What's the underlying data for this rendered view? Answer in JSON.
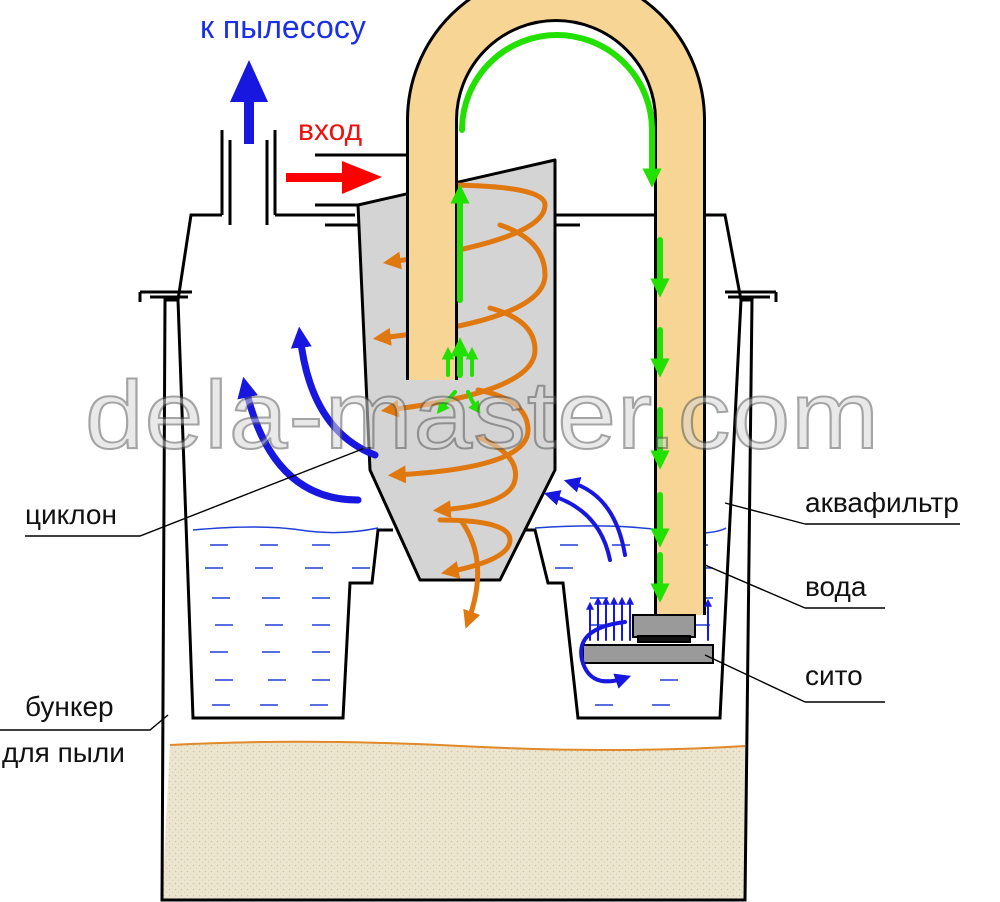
{
  "labels": {
    "to_vacuum": "к пылесосу",
    "inlet": "вход",
    "cyclone": "циклон",
    "aquafilter": "аквафильтр",
    "water": "вода",
    "sieve": "сито",
    "dust_bin_line1": "бункер",
    "dust_bin_line2": "для пыли"
  },
  "watermark": "dela-master.com",
  "colors": {
    "outline": "#000000",
    "water_line": "#1f3fd6",
    "dust_fill": "#ece5cf",
    "dust_line": "#e08a2a",
    "cyclone_fill": "#d4d4d4",
    "tube_fill": "#f7d594",
    "green_arrow": "#22e000",
    "orange_arrow": "#e07810",
    "blue_arrow": "#1717e0",
    "red_arrow": "#ff0000",
    "sieve_fill": "#9a9a9a",
    "label_blue": "#1a2fe8",
    "label_red": "#ee1111"
  },
  "icons": [
    "arrow-up-icon",
    "arrow-right-icon",
    "flow-arrow-icon"
  ]
}
